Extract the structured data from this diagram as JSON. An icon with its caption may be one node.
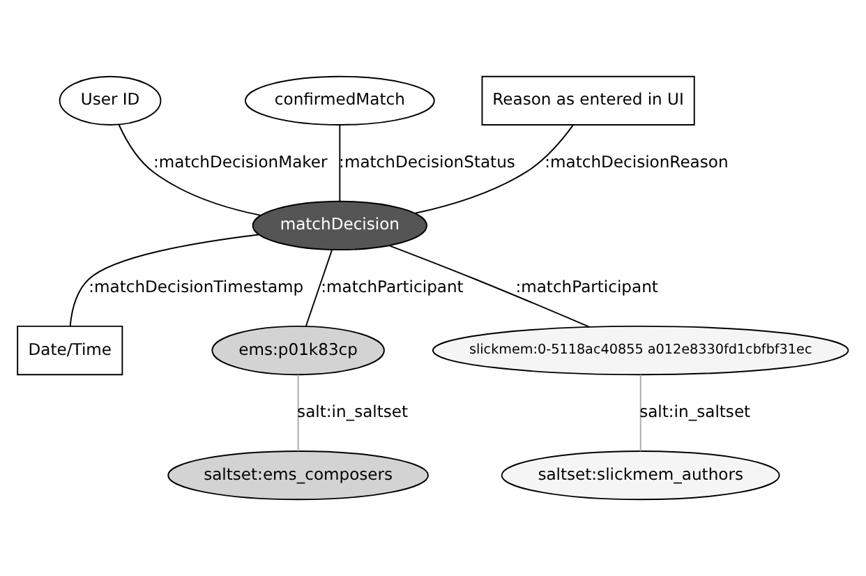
{
  "diagram": {
    "nodes": [
      {
        "text": [
          "User ID"
        ]
      },
      {
        "text": [
          "confirmedMatch"
        ]
      },
      {
        "text": [
          "Reason as entered in UI"
        ]
      },
      {
        "text": [
          "matchDecision"
        ]
      },
      {
        "text": [
          "Date/Time"
        ]
      },
      {
        "text": [
          "ems:p01k83cp"
        ]
      },
      {
        "text": [
          "slickmem:0-5118ac40855 a012e8330fd1cbfbf31ec"
        ]
      },
      {
        "text": [
          "saltset:ems_composers"
        ]
      },
      {
        "text": [
          "saltset:slickmem_authors"
        ]
      }
    ],
    "edges": [
      {
        "from": 0,
        "to": 3,
        "arrow": "none",
        "label": ":matchDecisionMaker"
      },
      {
        "from": 1,
        "to": 3,
        "arrow": "none",
        "label": ":matchDecisionStatus"
      },
      {
        "from": 2,
        "to": 3,
        "arrow": "none",
        "label": ":matchDecisionReason"
      },
      {
        "from": 3,
        "to": 4,
        "arrow": "none",
        "label": ":matchDecisionTimestamp"
      },
      {
        "from": 3,
        "to": 5,
        "arrow": "none",
        "label": ":matchParticipant"
      },
      {
        "from": 3,
        "to": 6,
        "arrow": "none",
        "label": ":matchParticipant"
      },
      {
        "from": 5,
        "to": 7,
        "arrow": "none",
        "label": "salt:in_saltset",
        "color": "#aaaaaa"
      },
      {
        "from": 6,
        "to": 8,
        "arrow": "none",
        "label": "salt:in_saltset",
        "color": "#aaaaaa"
      }
    ]
  }
}
